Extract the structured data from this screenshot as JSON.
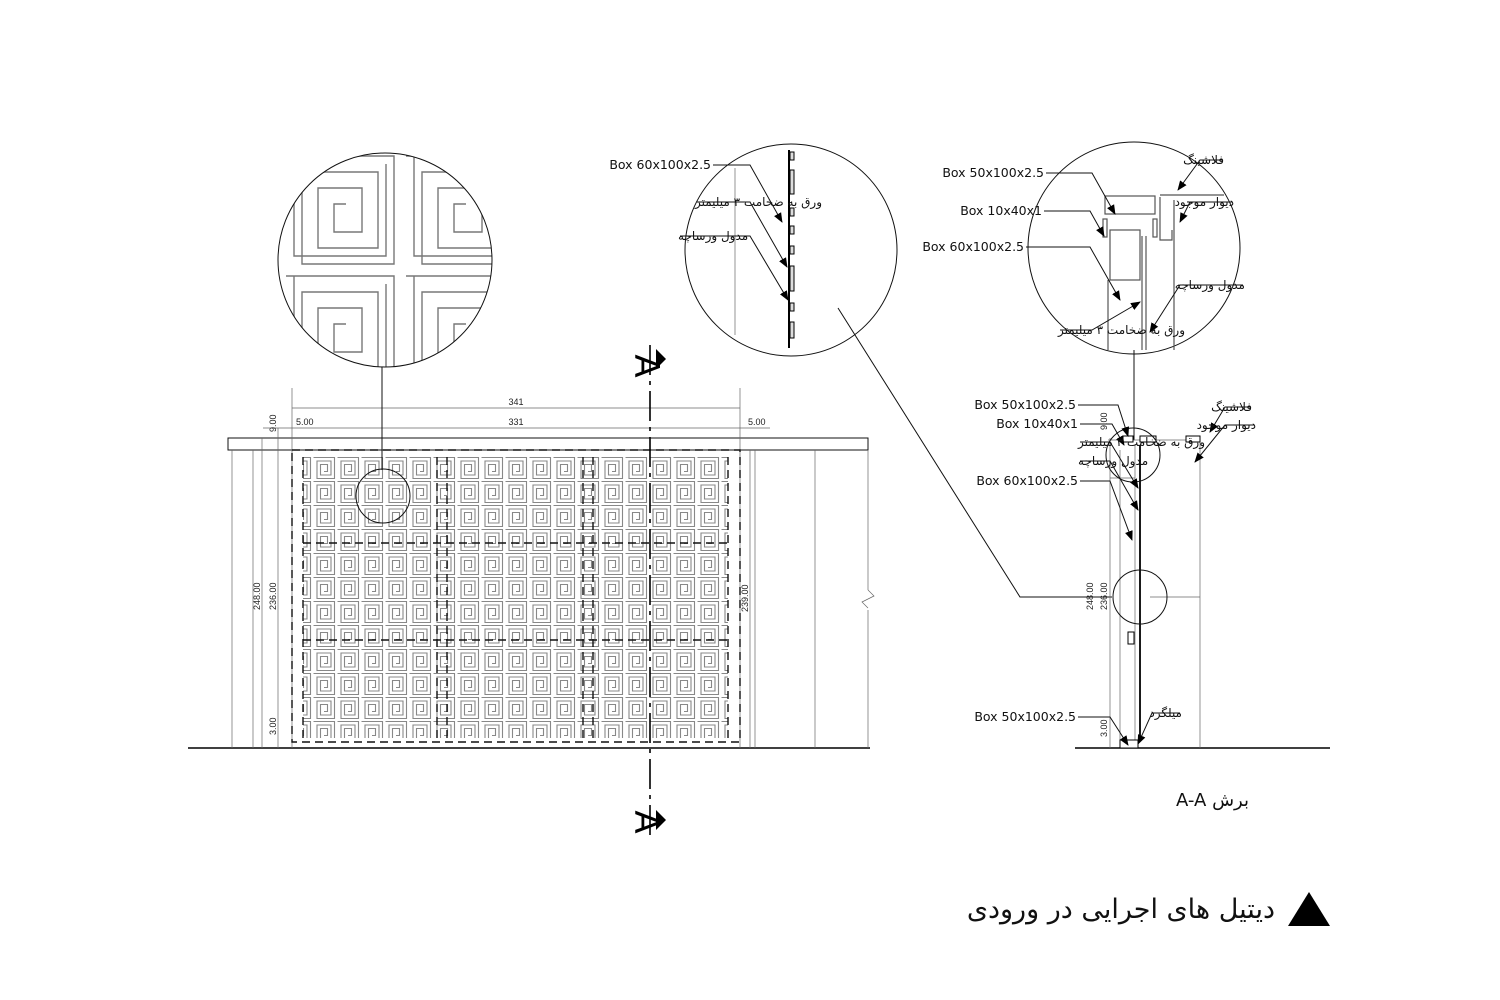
{
  "elevation": {
    "dims": {
      "overall_width": "341",
      "inner_width": "331",
      "side_left": "5.00",
      "side_right": "5.00",
      "top_cap": "9.00",
      "total_height": "248.00",
      "panel_height": "236.00",
      "right_height": "239.00",
      "bottom": "3.00"
    },
    "section_marker": "A"
  },
  "detail_facade": {
    "labels": [
      "Box 60x100x2.5",
      "ورق به ضخامت ۳ میلیمتر",
      "مدول ورساچه"
    ]
  },
  "detail_top": {
    "labels_left": [
      "Box 50x100x2.5",
      "Box 10x40x1",
      "Box 60x100x2.5",
      "ورق به ضخامت ۳ میلیمتر"
    ],
    "labels_right": [
      "فلاشینگ",
      "دیوار موجود",
      "مدول ورساچه"
    ]
  },
  "section": {
    "labels_left": [
      "Box 50x100x2.5",
      "Box 10x40x1",
      "ورق به ضخامت ۳ میلیمتر",
      "مدول ورساچه",
      "Box 60x100x2.5"
    ],
    "labels_right": [
      "فلاشینگ",
      "دیوار موجود"
    ],
    "bottom_left": "Box 50x100x2.5",
    "bottom_right": "میلگرد",
    "dims": {
      "top": "9.00",
      "total_height": "248.00",
      "panel_height": "236.00",
      "bottom": "3.00"
    },
    "title": "برش A-A"
  },
  "caption": "دیتیل های اجرایی در ورودی"
}
